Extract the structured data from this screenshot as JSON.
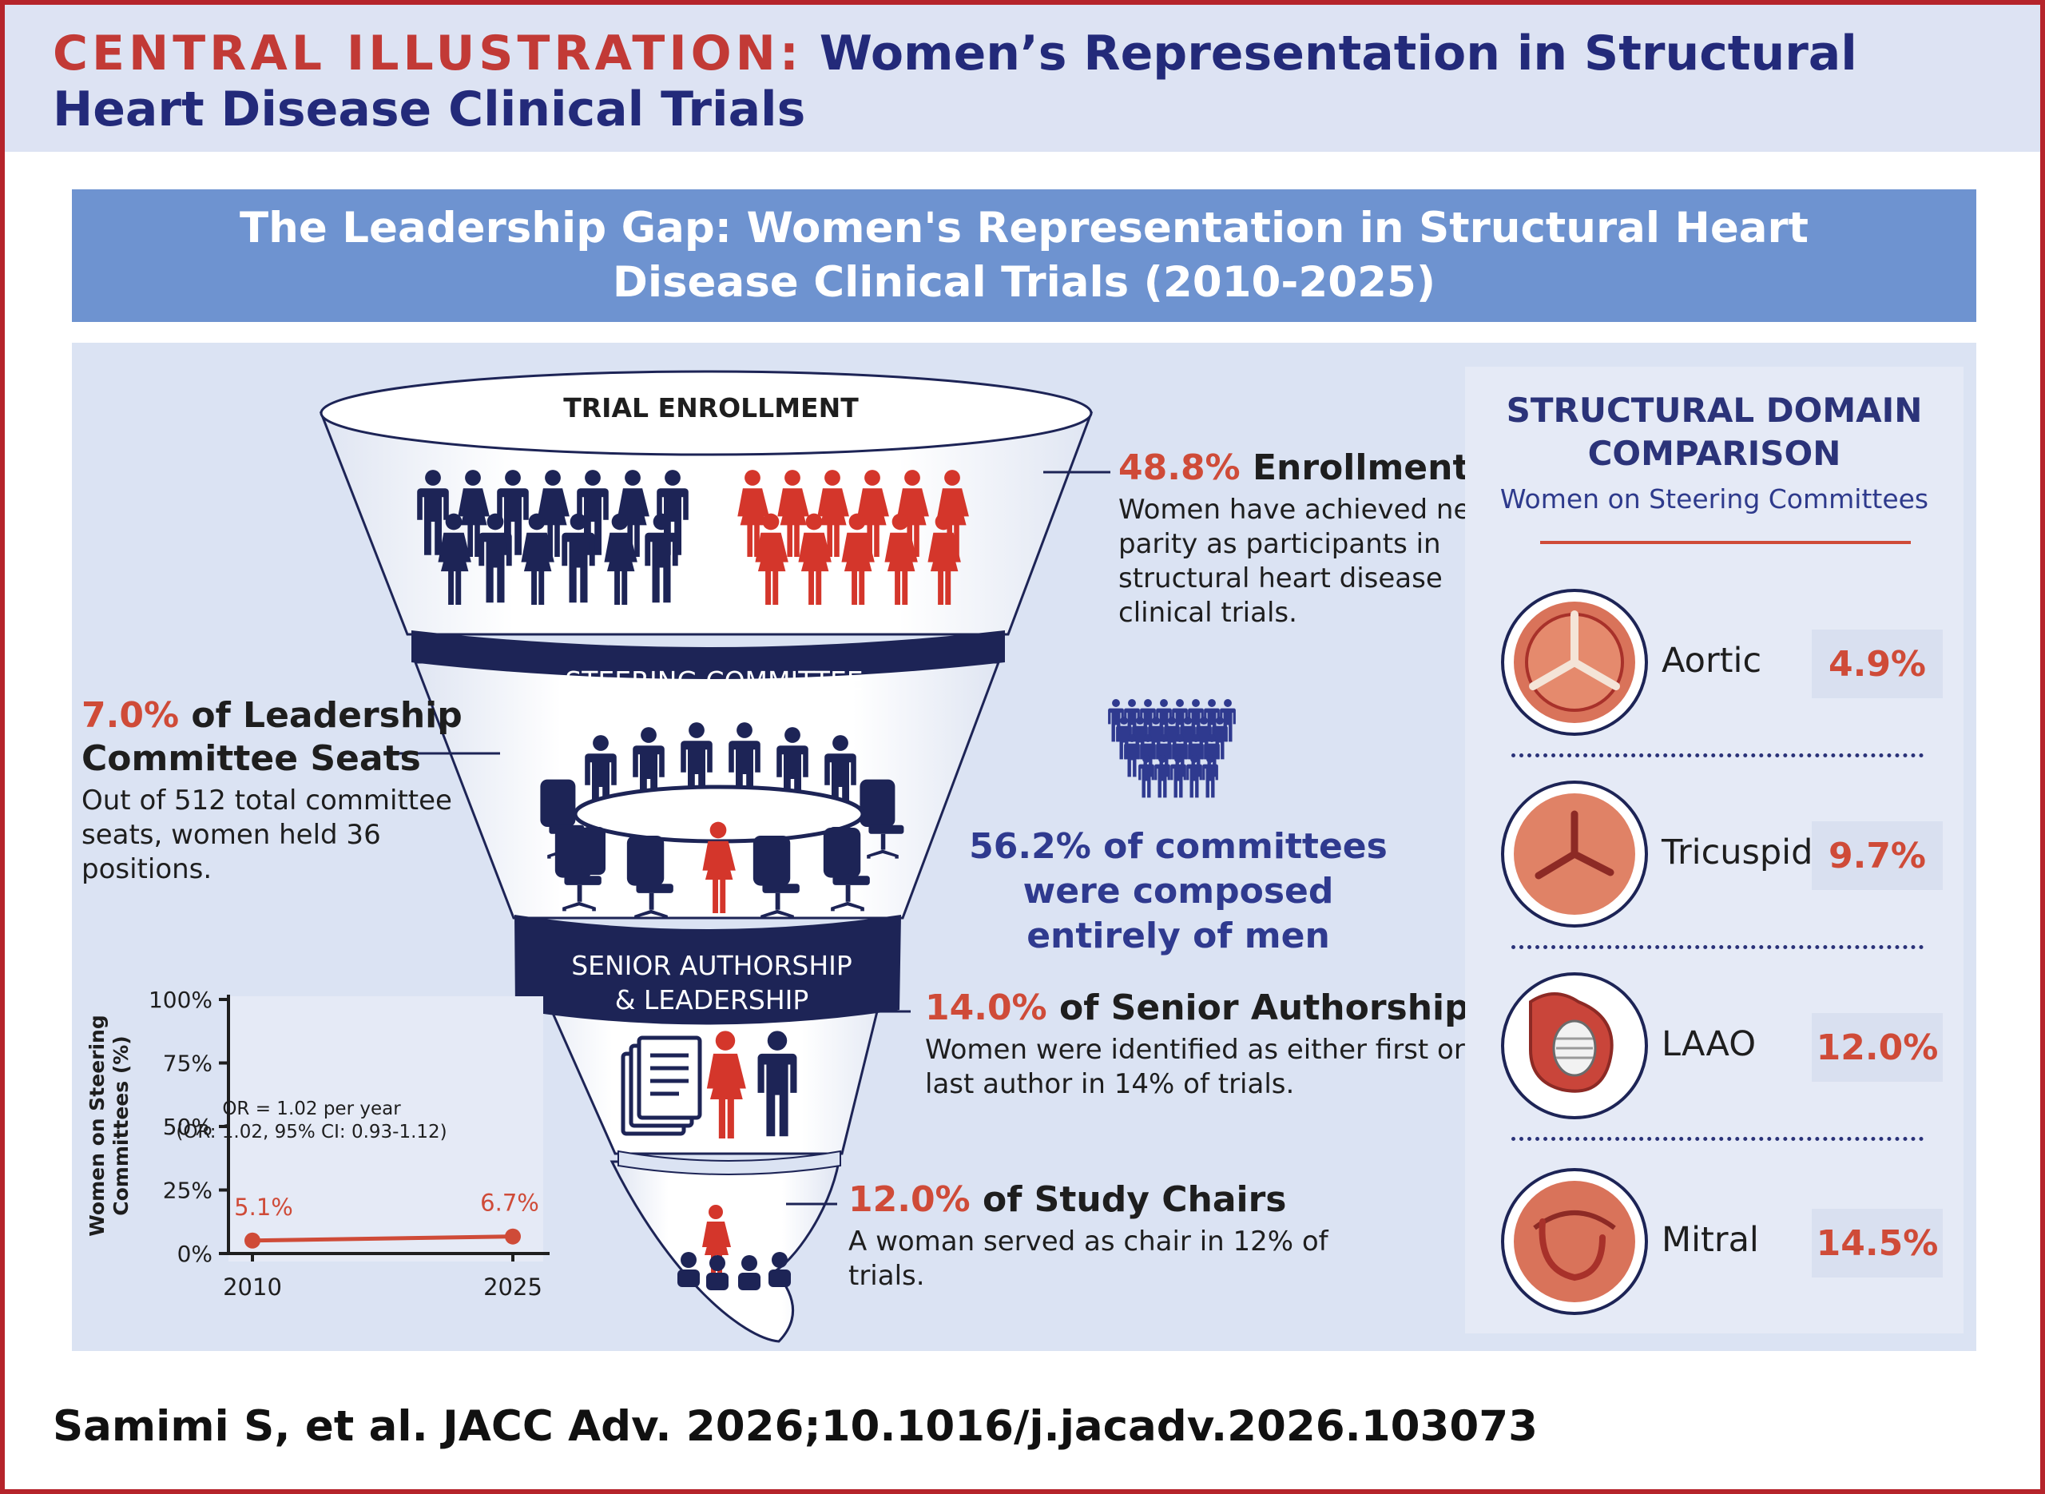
{
  "header": {
    "tag": "CENTRAL ILLUSTRATION:",
    "title": "Women’s Representation in Structural Heart Disease Clinical Trials"
  },
  "banner": {
    "title": "The Leadership Gap: Women's Representation in Structural Heart Disease Clinical Trials (2010-2025)"
  },
  "funnel": {
    "tiers": [
      {
        "label": "TRIAL ENROLLMENT"
      },
      {
        "label": "STEERING COMMITTEE"
      },
      {
        "label_line1": "SENIOR AUTHORSHIP",
        "label_line2": "& LEADERSHIP"
      }
    ]
  },
  "stats": {
    "enrollment": {
      "value": "48.8%",
      "label": "Enrollment",
      "description": "Women have achieved near-parity as participants in structural heart disease clinical trials."
    },
    "leadership": {
      "value": "7.0%",
      "label": "of Leadership Committee Seats",
      "description": "Out of 512 total committee seats, women held 36 positions."
    },
    "all_men": {
      "text": "56.2% of committees were composed entirely of men"
    },
    "authorship": {
      "value": "14.0%",
      "label": "of Senior Authorship",
      "description": "Women were identified as either first or last author in 14% of trials."
    },
    "chairs": {
      "value": "12.0%",
      "label": "of Study Chairs",
      "description": "A woman served as chair in 12% of trials."
    }
  },
  "chart_data": {
    "type": "line",
    "title": "",
    "ylabel": "Women on Steering Committees (%)",
    "xlabel": "",
    "x": [
      2010,
      2025
    ],
    "y_ticks": [
      "0%",
      "25%",
      "50%",
      "75%",
      "100%"
    ],
    "ylim": [
      0,
      100
    ],
    "series": [
      {
        "values": [
          5.1,
          6.7
        ],
        "labels": [
          "5.1%",
          "6.7%"
        ]
      }
    ],
    "annotation_line1": "OR = 1.02 per year",
    "annotation_line2": "(OR: 1.02, 95% CI: 0.93-1.12)",
    "color": "#cf4b38"
  },
  "sidebar": {
    "title_line1": "STRUCTURAL DOMAIN",
    "title_line2": "COMPARISON",
    "subtitle": "Women on Steering Committees",
    "domains": [
      {
        "name": "Aortic",
        "value": "4.9%",
        "icon": "aortic-valve-icon"
      },
      {
        "name": "Tricuspid",
        "value": "9.7%",
        "icon": "tricuspid-valve-icon"
      },
      {
        "name": "LAAO",
        "value": "12.0%",
        "icon": "laao-device-icon"
      },
      {
        "name": "Mitral",
        "value": "14.5%",
        "icon": "mitral-valve-icon"
      }
    ]
  },
  "colors": {
    "navy": "#1d2456",
    "red": "#cf4b38",
    "banner": "#6e93d0",
    "panel": "#dbe3f3",
    "frame": "#b5242b"
  },
  "citation": "Samimi S, et al. JACC Adv. 2026;10.1016/j.jacadv.2026.103073"
}
